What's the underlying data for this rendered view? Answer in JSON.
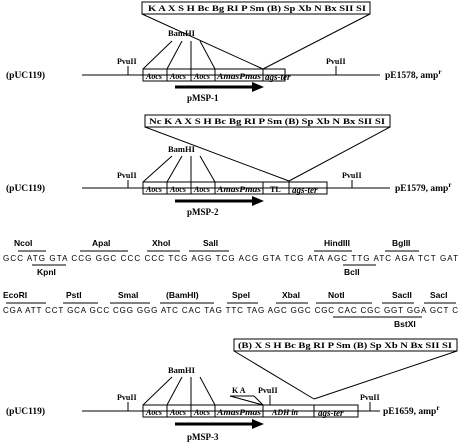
{
  "labels": {
    "puc119": "(pUC119)",
    "pvuii": "PvuII",
    "bamhi": "BamHI",
    "aocs": "Aocs",
    "amas_pmas": "AmasPmas",
    "ags_ter": "ags-ter",
    "tl": "TL",
    "adh_in": "ADH in",
    "ka": "K A"
  },
  "constructs": [
    {
      "name": "pMSP-1",
      "plasmid": "pE1578, amp",
      "superscript": "r",
      "sites": "K A X S H Bc Bg RI P Sm (B) Sp Xb N Bx SII SI"
    },
    {
      "name": "pMSP-2",
      "plasmid": "pE1579, amp",
      "superscript": "r",
      "sites": "Nc K A X S H Bc Bg RI P Sm (B) Sp Xb N Bx SII SI"
    },
    {
      "name": "pMSP-3",
      "plasmid": "pE1659, amp",
      "superscript": "r",
      "sites": "(B) X S H Bc Bg RI P Sm (B) Sp Xb N Bx SII SI"
    }
  ],
  "sequence": {
    "line1_top": [
      "NcoI",
      "ApaI",
      "XhoI",
      "SalI",
      "HindIII",
      "BglII"
    ],
    "line1_seq": "GCC ATG GTA CCG GGC CCC CCC TCG AGG TCG ACG GTA TCG ATA AGC TTG ATC AGA TCT GAT",
    "line1_bottom": [
      "KpnI",
      "BclI"
    ],
    "line2_top": [
      "EcoRI",
      "PstI",
      "SmaI",
      "(BamHI)",
      "SpeI",
      "XbaI",
      "NotI",
      "SacII",
      "SacI"
    ],
    "line2_seq": "CGA ATT CCT GCA GCC CGG GGG ATC CAC TAG TTC TAG AGC GGC CGC CAC CGC GGT GGA GCT C",
    "line2_bottom": [
      "BstXI"
    ]
  }
}
